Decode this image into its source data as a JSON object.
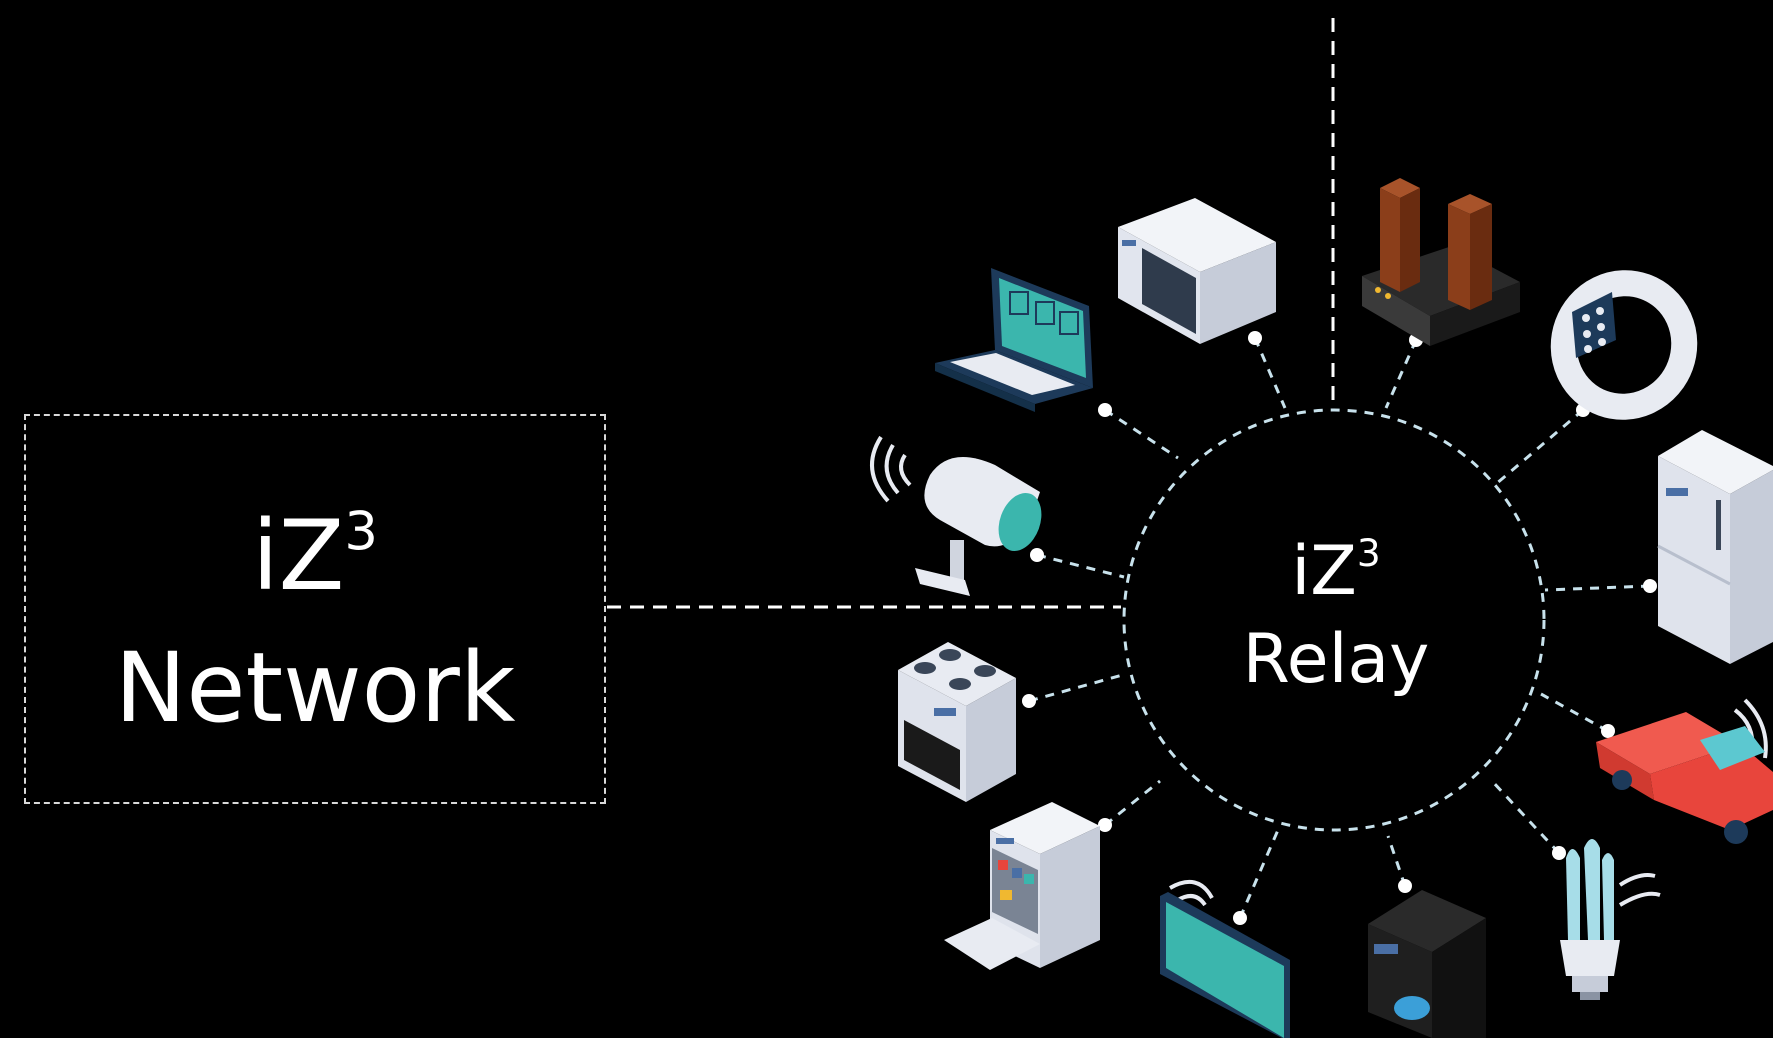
{
  "network": {
    "prefix": "iZ",
    "exponent": "3",
    "label": "Network"
  },
  "relay": {
    "prefix": "iZ",
    "exponent": "3",
    "label": "Relay"
  },
  "devices": [
    {
      "name": "microwave-icon"
    },
    {
      "name": "laptop-icon"
    },
    {
      "name": "speakers-icon"
    },
    {
      "name": "smart-bracelet-icon"
    },
    {
      "name": "security-camera-icon"
    },
    {
      "name": "refrigerator-icon"
    },
    {
      "name": "stove-icon"
    },
    {
      "name": "pickup-truck-icon"
    },
    {
      "name": "dishwasher-icon"
    },
    {
      "name": "television-icon"
    },
    {
      "name": "coffee-machine-icon"
    },
    {
      "name": "light-bulb-icon"
    }
  ],
  "colors": {
    "background": "#000000",
    "network_border": "#d9d9d9",
    "relay_ring": "#c8e2ec",
    "teal": "#3bb6ad",
    "dark_navy": "#1d3a5a",
    "appliance_white": "#e8ebf2",
    "truck_red": "#e8453c",
    "speaker_brown": "#8b3e1a"
  }
}
